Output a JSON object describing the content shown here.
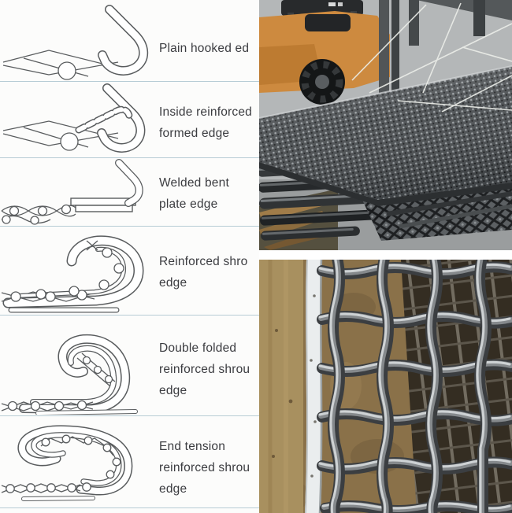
{
  "panel": {
    "sections": [
      {
        "id": "plain-hooked-edge",
        "label_lines": [
          "Plain hooked ed"
        ]
      },
      {
        "id": "inside-reinforced-formed-edge",
        "label_lines": [
          "Inside reinforced",
          "formed edge"
        ]
      },
      {
        "id": "welded-bent-plate-edge",
        "label_lines": [
          "Welded bent",
          "plate edge"
        ]
      },
      {
        "id": "reinforced-shroud-edge",
        "label_lines": [
          "Reinforced shro",
          "edge"
        ]
      },
      {
        "id": "double-folded-reinforced-shroud",
        "label_lines": [
          "Double folded",
          "reinforced shrou",
          "edge"
        ]
      },
      {
        "id": "end-tension-reinforced-shroud",
        "label_lines": [
          "End tension",
          "reinforced shrou",
          "edge"
        ]
      }
    ]
  },
  "colors": {
    "divider": "#b7ccd5",
    "diagram_line": "#595c5e",
    "label_text": "#3b3c40",
    "forklift_orange": "#cd8a3f",
    "wall_gray": "#b4b7b8",
    "floor_gray": "#9a9d9e",
    "mesh_dark": "#4b4f52",
    "strip_silver": "#eaedee",
    "wood_tan": "#a8905f"
  }
}
